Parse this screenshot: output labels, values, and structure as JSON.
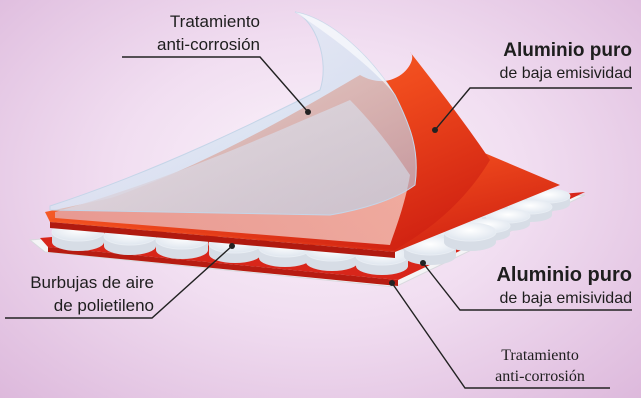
{
  "labels": {
    "top_treatment": {
      "line1": "Tratamiento",
      "line2": "anti-corrosión"
    },
    "top_aluminum": {
      "line1": "Aluminio puro",
      "line2": "de baja emisividad"
    },
    "bubbles": {
      "line1": "Burbujas de aire",
      "line2": "de polietileno"
    },
    "bottom_aluminum": {
      "line1": "Aluminio puro",
      "line2": "de baja emisividad"
    },
    "bottom_treatment": {
      "line1": "Tratamiento",
      "line2": "anti-corrosión"
    }
  },
  "colors": {
    "background": "#f1def1",
    "aluminum_red": "#e02a1a",
    "aluminum_orange": "#f0561f",
    "bubble_white": "#ffffff",
    "leader_line": "#222222",
    "film_blue": "#cfe0f2"
  }
}
